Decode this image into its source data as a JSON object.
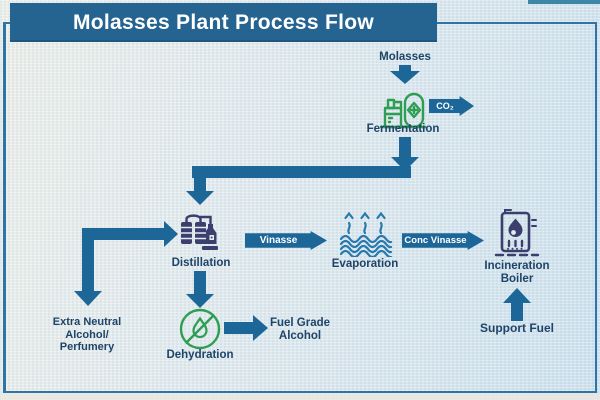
{
  "title": "Molasses Plant Process Flow",
  "colors": {
    "banner": "#256391",
    "arrow": "#1d6698",
    "label_text": "#1e4468",
    "icon_green": "#2f9e52",
    "icon_navy": "#3a3f6e",
    "icon_wave_blue": "#2779ad",
    "background": "#dce9ee",
    "frame_border": "#2f74a6"
  },
  "nodes": {
    "molasses": "Molasses",
    "fermentation": "Fermentation",
    "distillation": "Distillation",
    "evaporation": "Evaporation",
    "incineration_boiler": "Incineration Boiler",
    "dehydration": "Dehydration",
    "extra_neutral": "Extra Neutral Alcohol/ Perfumery",
    "fuel_grade": "Fuel Grade Alcohol",
    "support_fuel": "Support Fuel"
  },
  "flows": {
    "co2": "CO₂",
    "vinasse": "Vinasse",
    "conc_vinasse": "Conc Vinasse"
  }
}
